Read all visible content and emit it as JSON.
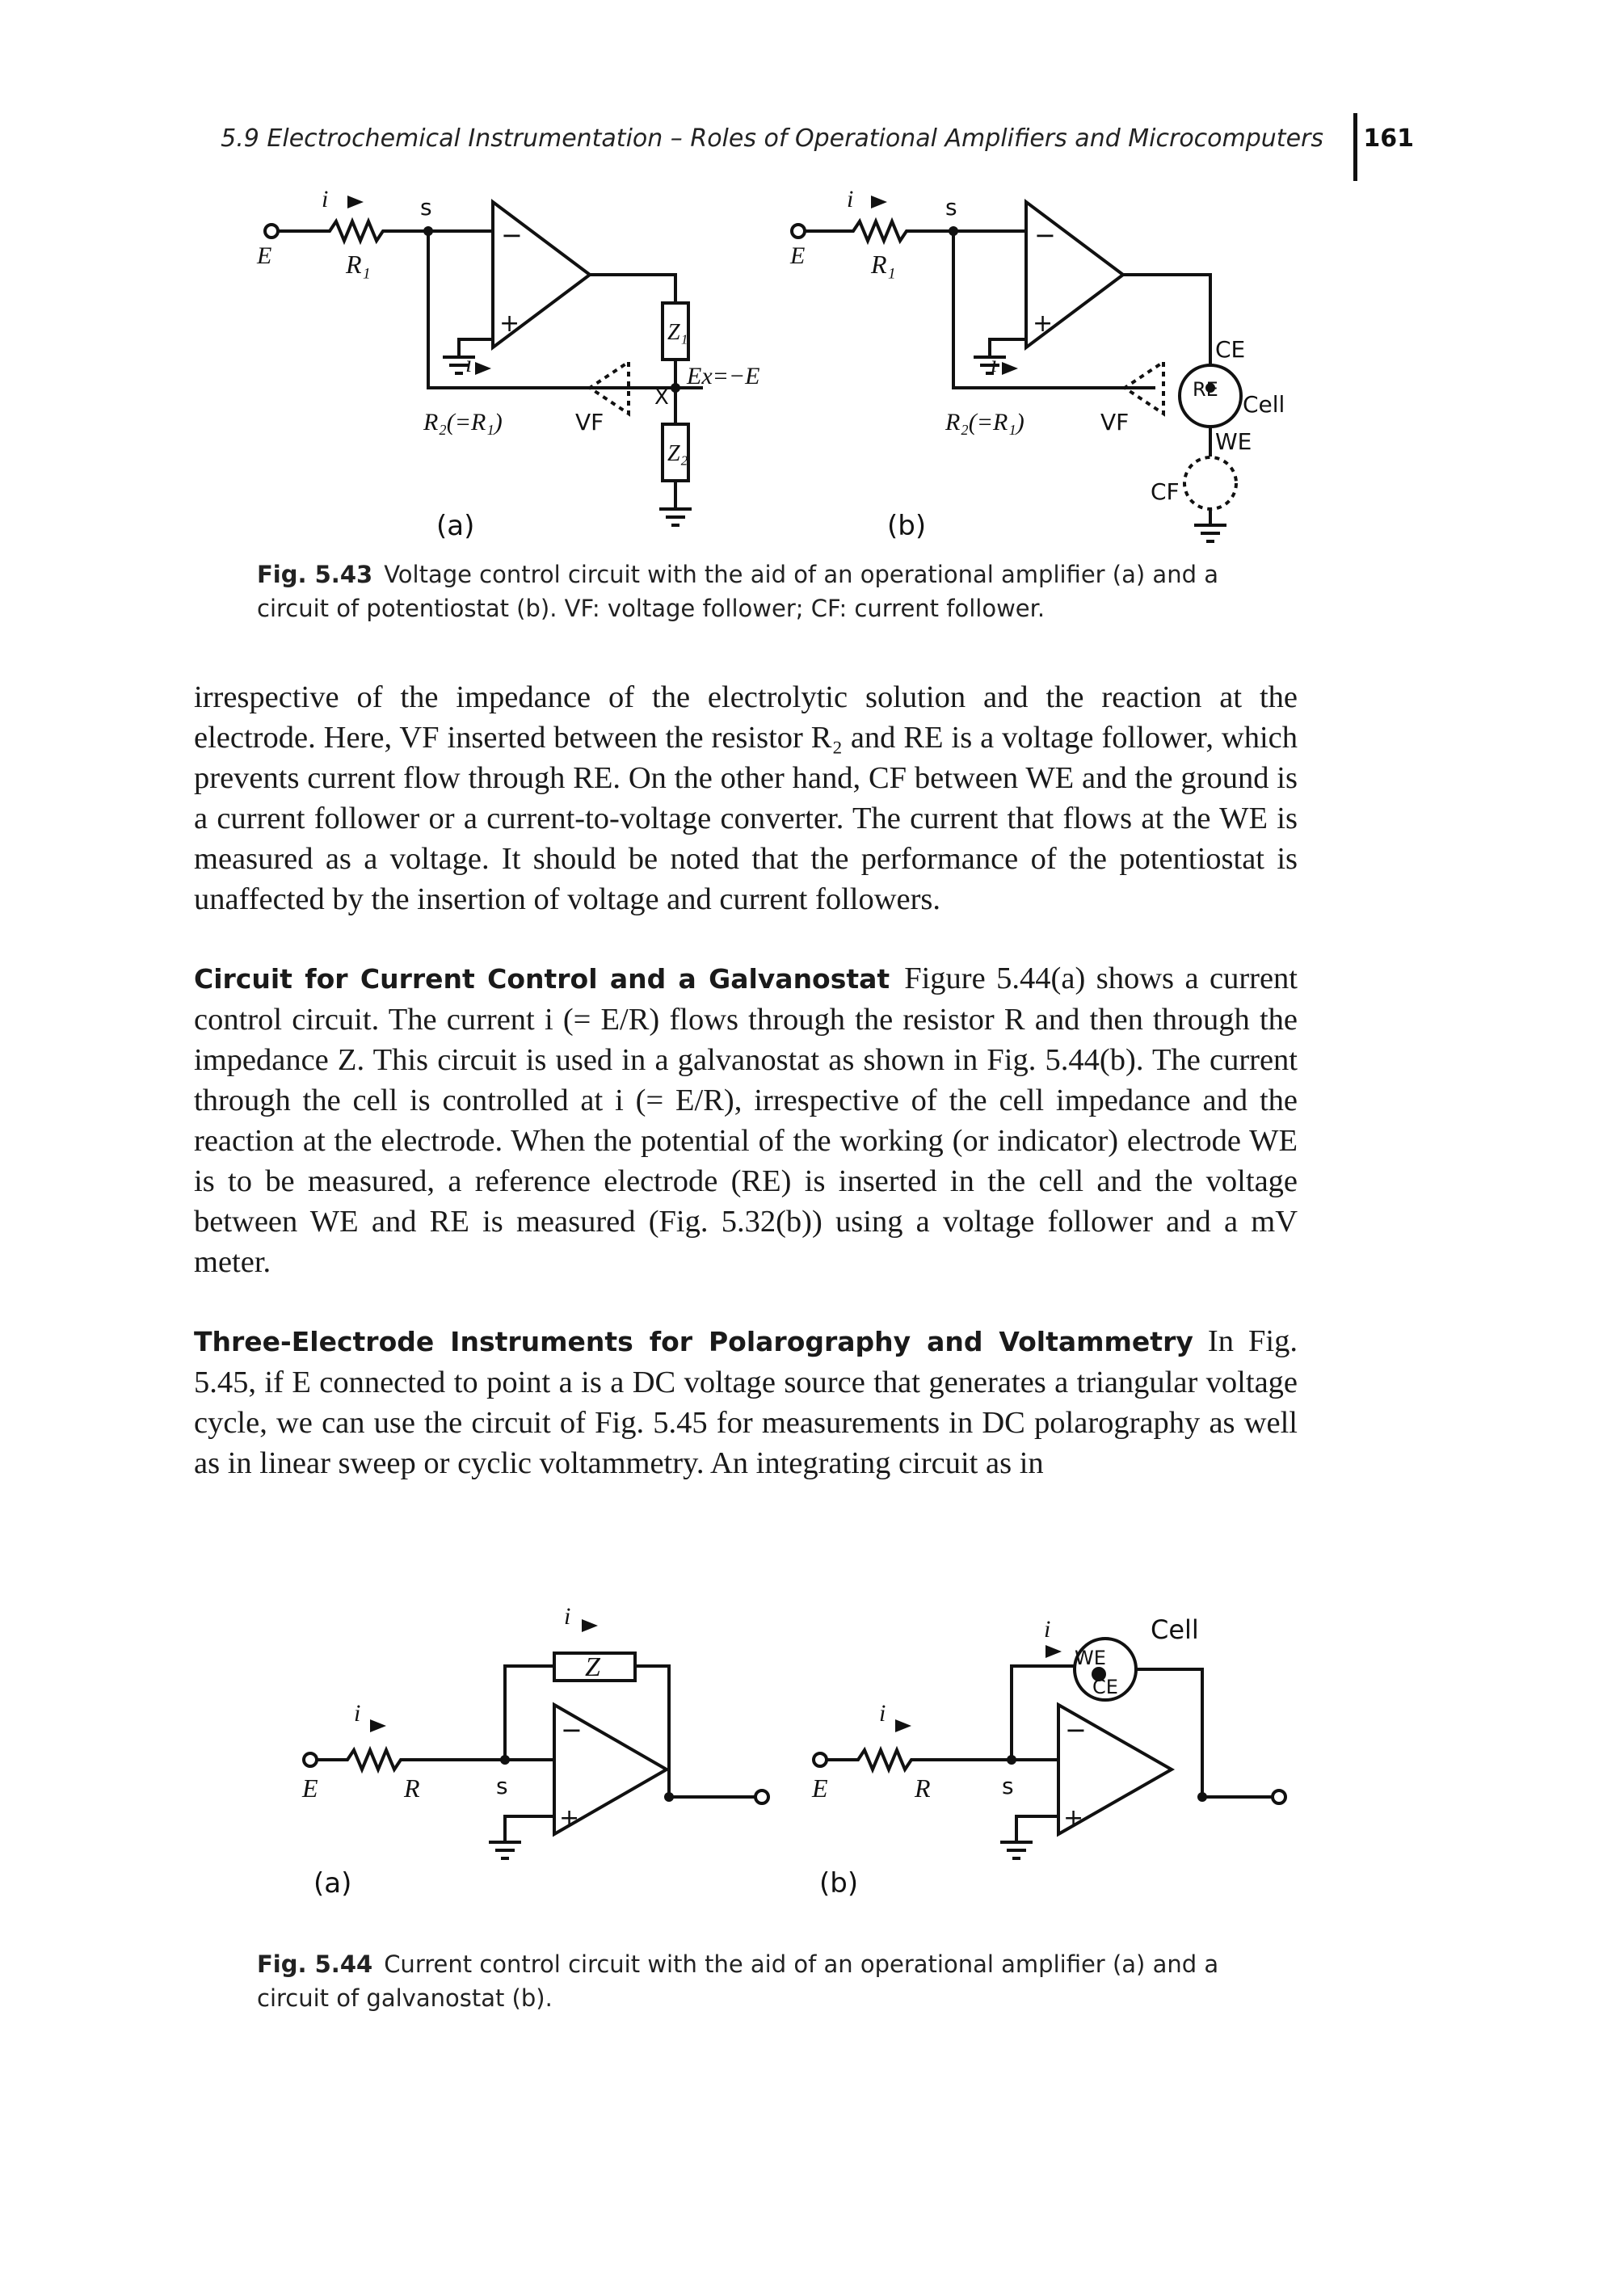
{
  "header": {
    "running_title": "5.9 Electrochemical Instrumentation – Roles of Operational Amplifiers and Microcomputers",
    "page_number": "161"
  },
  "fig_543": {
    "a": {
      "panel_label": "(a)",
      "current": "i",
      "node_s": "s",
      "source": "E",
      "r1": "R₁",
      "r2": "R₂(=R₁)",
      "vf": "VF",
      "z1": "Z₁",
      "z2": "Z₂",
      "node_x": "X",
      "ex": "Ex=−E",
      "minus": "−",
      "plus": "+"
    },
    "b": {
      "panel_label": "(b)",
      "current": "i",
      "node_s": "s",
      "source": "E",
      "r1": "R₁",
      "r2": "R₂(=R₁)",
      "vf": "VF",
      "ce": "CE",
      "re": "RE",
      "we": "WE",
      "cell": "Cell",
      "cf": "CF",
      "minus": "−",
      "plus": "+"
    },
    "caption_label": "Fig. 5.43",
    "caption_text": "Voltage control circuit with the aid of an operational amplifier (a) and a circuit of potentiostat (b). VF: voltage follower; CF: current follower."
  },
  "paragraphs": {
    "p1": "irrespective of the impedance of the electrolytic solution and the reaction at the electrode. Here, VF inserted between the resistor R₂ and RE is a voltage follower, which prevents current flow through RE. On the other hand, CF between WE and the ground is a current follower or a current-to-voltage converter. The current that flows at the WE is measured as a voltage. It should be noted that the performance of the potentiostat is unaffected by the insertion of voltage and current followers.",
    "p2_head": "Circuit for Current Control and a Galvanostat",
    "p2": "Figure 5.44(a) shows a current control circuit. The current i (= E/R) flows through the resistor R and then through the impedance Z. This circuit is used in a galvanostat as shown in Fig. 5.44(b). The current through the cell is controlled at i (= E/R), irrespective of the cell impedance and the reaction at the electrode. When the potential of the working (or indicator) electrode WE is to be measured, a reference electrode (RE) is inserted in the cell and the voltage between WE and RE is measured (Fig. 5.32(b)) using a voltage follower and a mV meter.",
    "p3_head": "Three-Electrode Instruments for Polarography and Voltammetry",
    "p3": "In Fig. 5.45, if E connected to point a is a DC voltage source that generates a triangular voltage cycle, we can use the circuit of Fig. 5.45 for measurements in DC polarography as well as in linear sweep or cyclic voltammetry. An integrating circuit as in"
  },
  "fig_544": {
    "a": {
      "panel_label": "(a)",
      "current": "i",
      "z": "Z",
      "source": "E",
      "r": "R",
      "node_s": "s",
      "minus": "−",
      "plus": "+"
    },
    "b": {
      "panel_label": "(b)",
      "current": "i",
      "source": "E",
      "r": "R",
      "node_s": "s",
      "we": "WE",
      "ce": "CE",
      "cell": "Cell",
      "minus": "−",
      "plus": "+"
    },
    "caption_label": "Fig. 5.44",
    "caption_text": "Current control circuit with the aid of an operational amplifier (a) and a circuit of galvanostat (b)."
  }
}
